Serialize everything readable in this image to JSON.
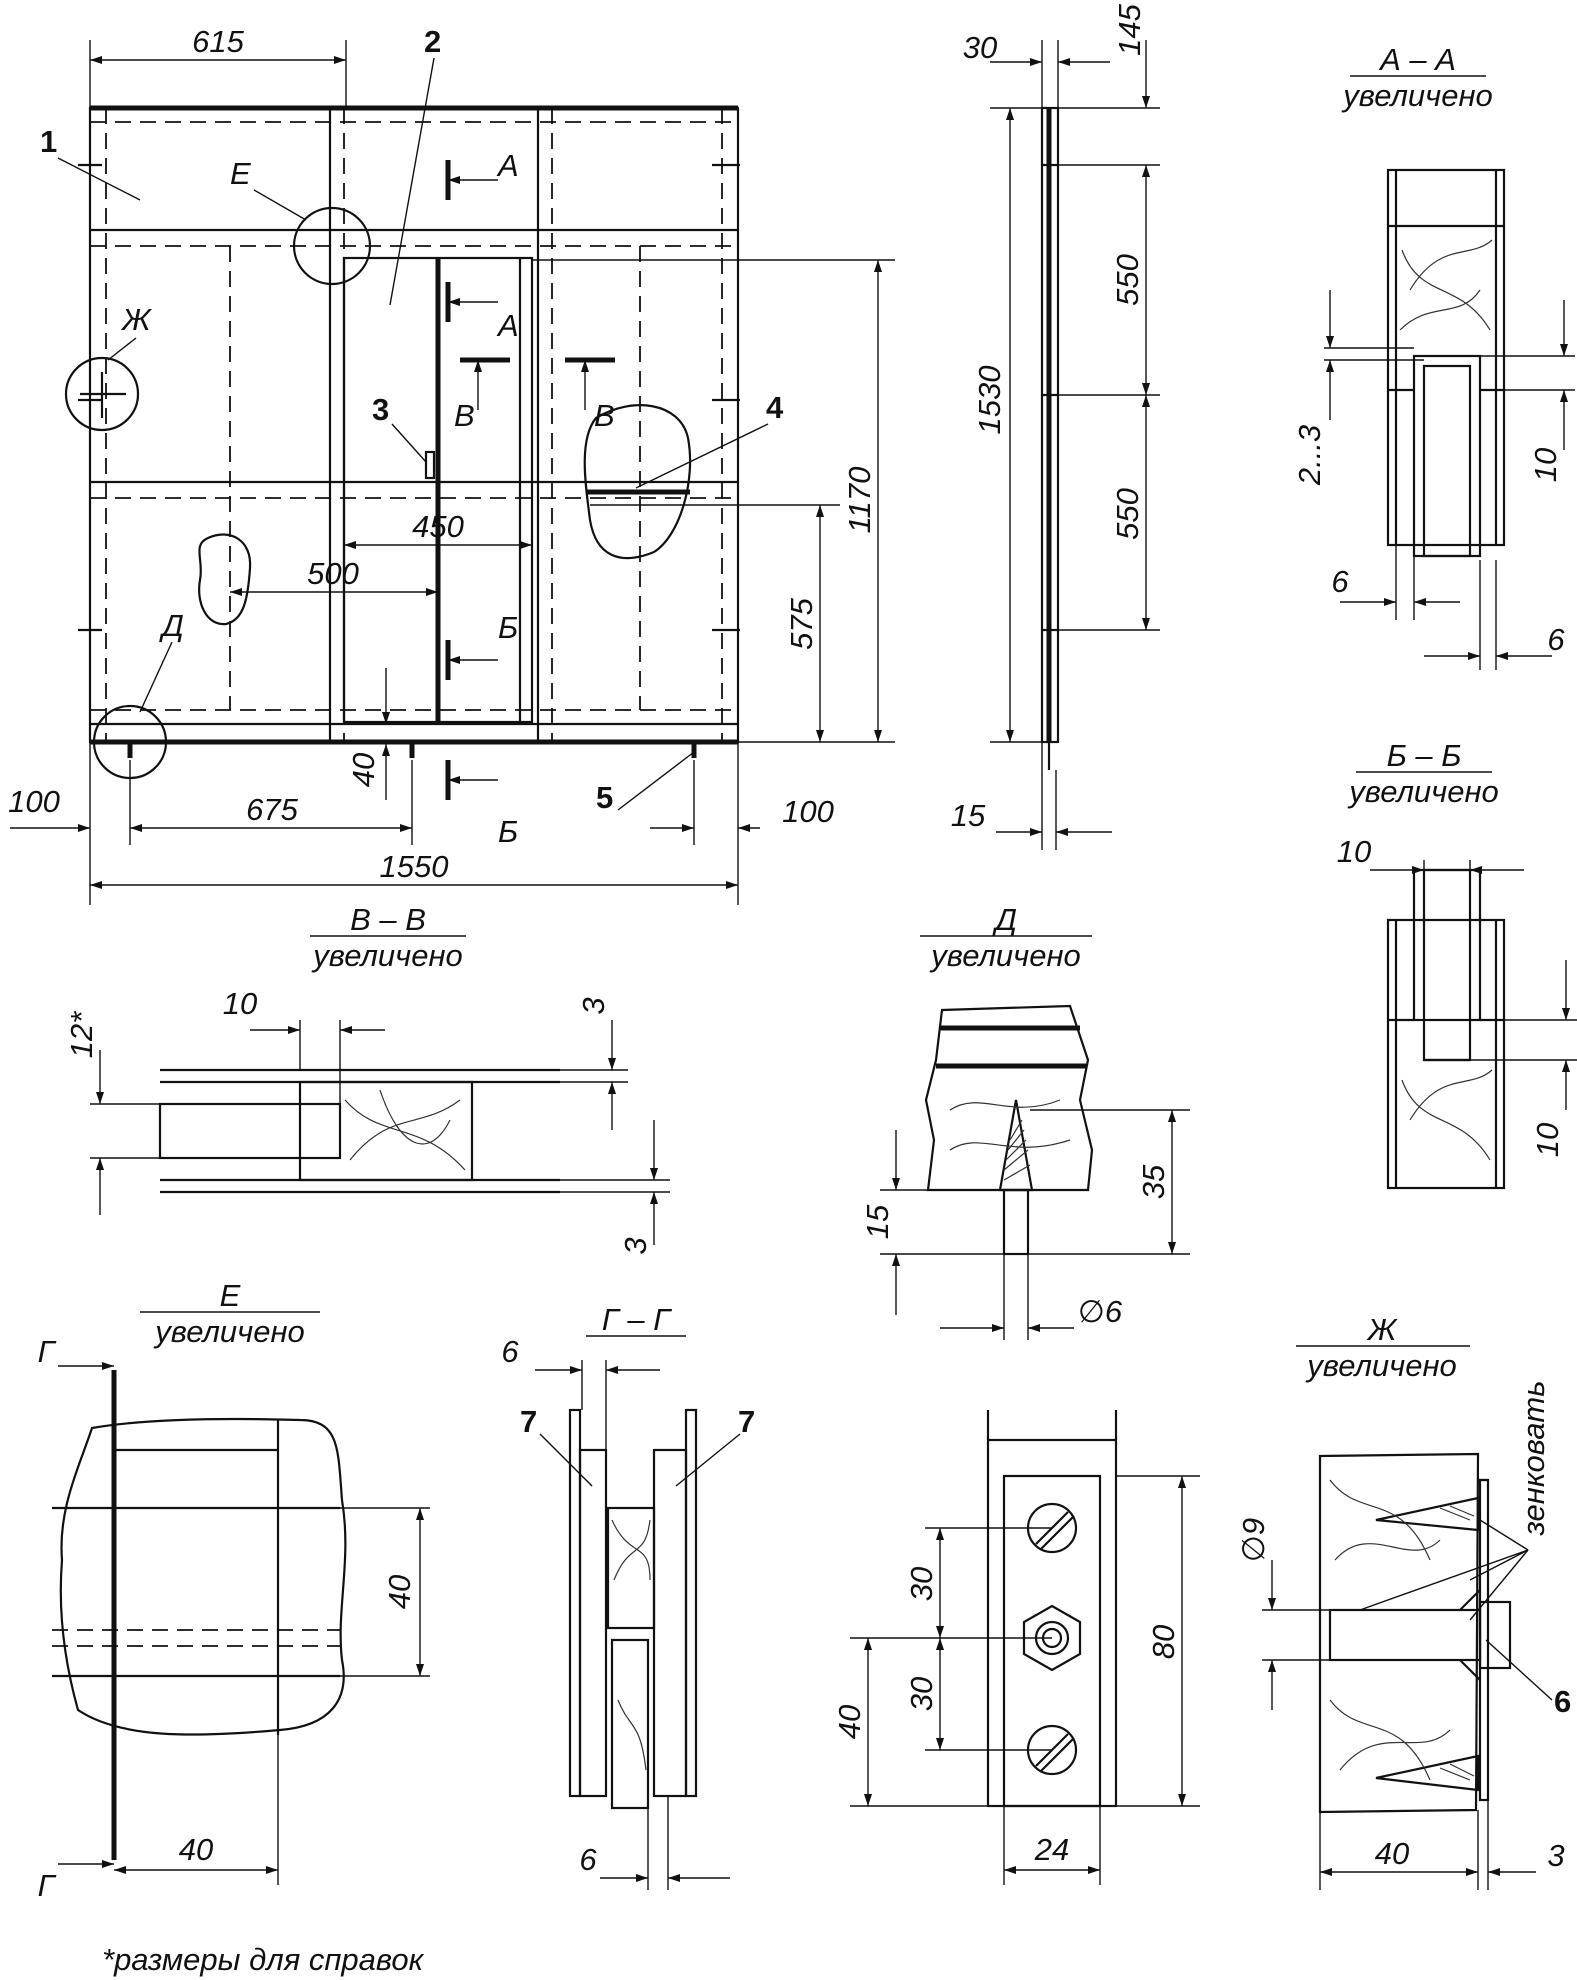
{
  "main_view": {
    "dims": {
      "d615": "615",
      "d450": "450",
      "d500": "500",
      "d575": "575",
      "d1170": "1170",
      "d40": "40",
      "d100l": "100",
      "d675": "675",
      "d100r": "100",
      "d1550": "1550"
    },
    "callouts": {
      "c1": "1",
      "c2": "2",
      "c3": "3",
      "c4": "4",
      "c5": "5"
    },
    "letters": {
      "e": "Е",
      "zh": "Ж",
      "d": "Д",
      "a1": "А",
      "a2": "А",
      "v1": "В",
      "v2": "В",
      "b1": "Б",
      "b2": "Б"
    }
  },
  "side_view": {
    "dims": {
      "d30": "30",
      "d145": "145",
      "d550a": "550",
      "d550b": "550",
      "d1530": "1530",
      "d15": "15"
    }
  },
  "section_aa": {
    "title": "А – А",
    "subtitle": "увеличено",
    "dims": {
      "d2_3": "2...3",
      "d10": "10",
      "d6a": "6",
      "d6b": "6"
    }
  },
  "section_bb": {
    "title": "Б – Б",
    "subtitle": "увеличено",
    "dims": {
      "d10a": "10",
      "d10b": "10"
    }
  },
  "section_vv": {
    "title": "В – В",
    "subtitle": "увеличено",
    "dims": {
      "d12": "12*",
      "d10": "10",
      "d3a": "3",
      "d3b": "3"
    }
  },
  "detail_d": {
    "title": "Д",
    "subtitle": "увеличено",
    "dims": {
      "d35": "35",
      "d15": "15",
      "d6": "∅6"
    }
  },
  "detail_e": {
    "title": "Е",
    "subtitle": "увеличено",
    "dims": {
      "d40v": "40",
      "d40h": "40"
    },
    "letters": {
      "g1": "Г",
      "g2": "Г"
    }
  },
  "section_gg": {
    "title": "Г – Г",
    "dims": {
      "d6a": "6",
      "d6b": "6"
    },
    "callouts": {
      "c7a": "7",
      "c7b": "7"
    }
  },
  "plate_view": {
    "dims": {
      "d30a": "30",
      "d30b": "30",
      "d40": "40",
      "d80": "80",
      "d24": "24"
    }
  },
  "detail_zh": {
    "title": "Ж",
    "subtitle": "увеличено",
    "dims": {
      "d9": "∅9",
      "d40": "40",
      "d3": "3"
    },
    "note": "зенковать",
    "callouts": {
      "c6": "6"
    }
  },
  "footnote": "*размеры для справок"
}
